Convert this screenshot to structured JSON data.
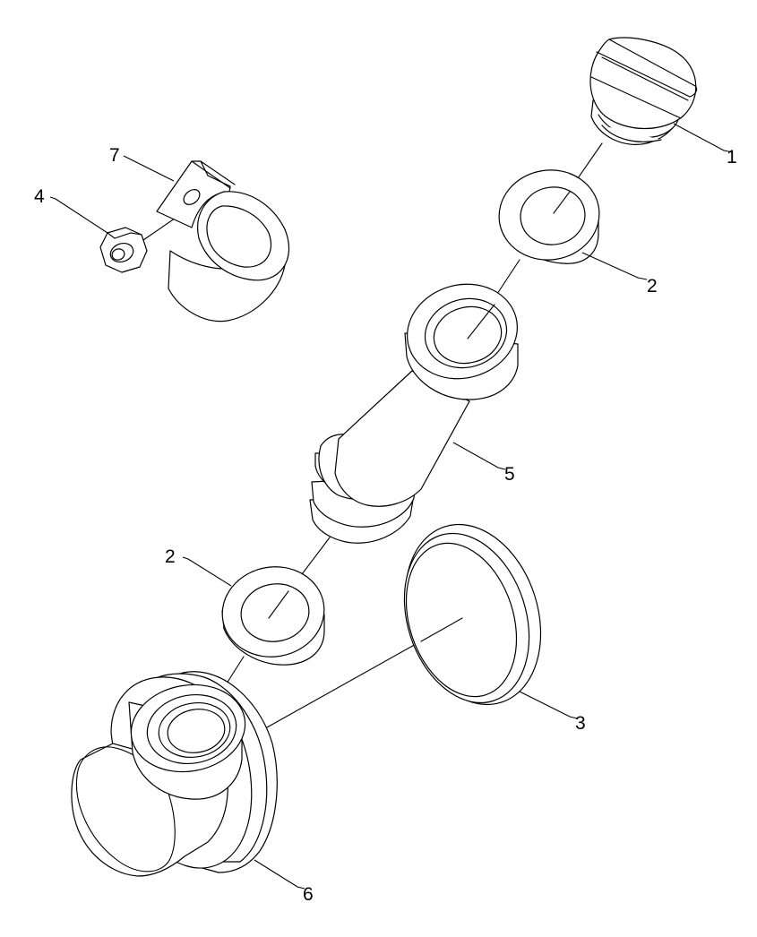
{
  "diagram": {
    "type": "exploded-parts-view",
    "line_color": "#000000",
    "background": "#ffffff",
    "callouts": {
      "c1": "1",
      "c2a": "2",
      "c2b": "2",
      "c3": "3",
      "c4": "4",
      "c5": "5",
      "c6": "6",
      "c7": "7"
    }
  }
}
